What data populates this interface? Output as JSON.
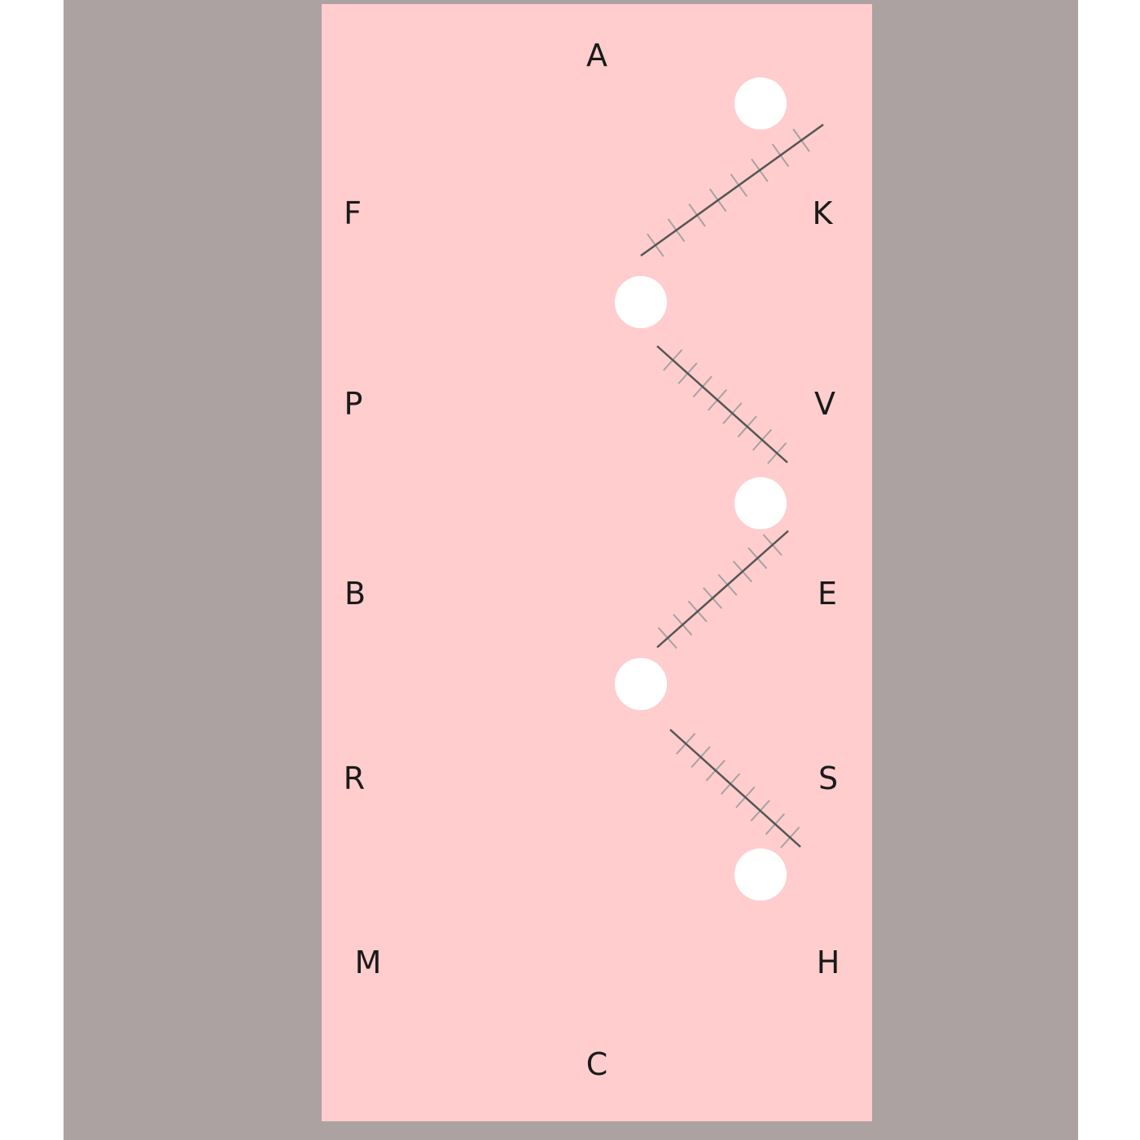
{
  "markers": {
    "A": "A",
    "F": "F",
    "K": "K",
    "P": "P",
    "V": "V",
    "B": "B",
    "E": "E",
    "R": "R",
    "S": "S",
    "M": "M",
    "H": "H",
    "C": "C"
  },
  "colors": {
    "surround": "#ADA2A2",
    "arena": "#FFCDCE",
    "cone": "#FFFFFF",
    "track_line": "#555555",
    "track_tick": "#A7A2A2",
    "text": "#1A1A1A"
  },
  "diagram": {
    "cone_count": 5,
    "track_segment_count": 4,
    "icons": [
      "cone-circle",
      "ground-pole-track"
    ]
  }
}
